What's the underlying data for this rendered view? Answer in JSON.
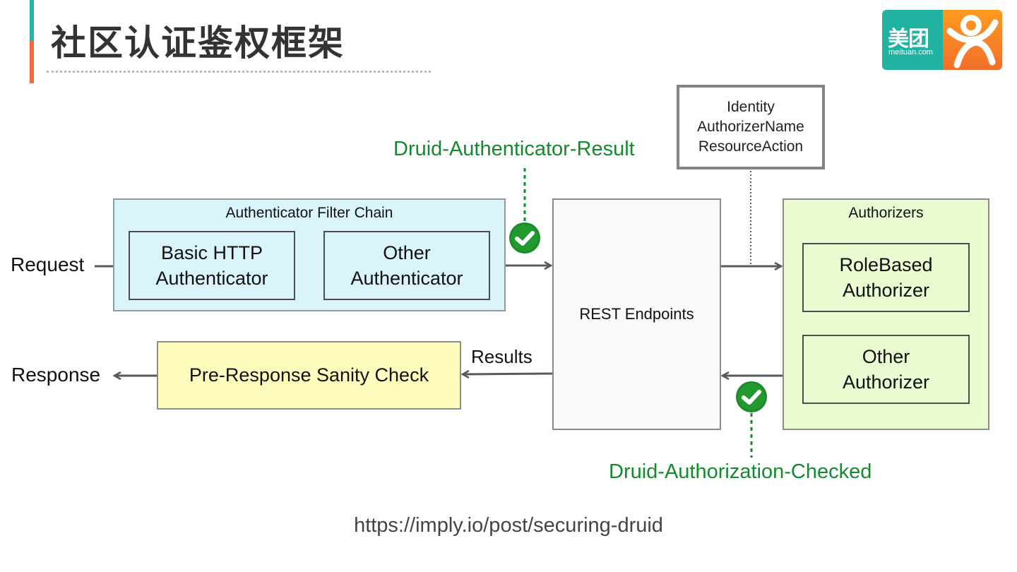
{
  "slide": {
    "title": "社区认证鉴权框架",
    "footer_url": "https://imply.io/post/securing-druid",
    "colors": {
      "accent_teal": "#2bb5a6",
      "accent_orange": "#f26a3d",
      "success_green": "#138a2e",
      "authn_fill": "#daf4fb",
      "authz_fill": "#eafbd1",
      "sanity_fill": "#fdfcbd",
      "rest_fill": "#f9f9f9"
    }
  },
  "logo": {
    "brand_cn": "美团",
    "brand_domain": "meituan.com",
    "icon": "dianping-figure-icon"
  },
  "diagram": {
    "request_label": "Request",
    "response_label": "Response",
    "results_label": "Results",
    "authenticator_chain": {
      "title": "Authenticator Filter Chain",
      "items": [
        {
          "line1": "Basic HTTP",
          "line2": "Authenticator"
        },
        {
          "line1": "Other",
          "line2": "Authenticator"
        }
      ]
    },
    "rest_endpoints": "REST Endpoints",
    "identity_box": {
      "lines": [
        "Identity",
        "AuthorizerName",
        "ResourceAction"
      ]
    },
    "authorizers": {
      "title": "Authorizers",
      "items": [
        {
          "line1": "RoleBased",
          "line2": "Authorizer"
        },
        {
          "line1": "Other",
          "line2": "Authorizer"
        }
      ]
    },
    "sanity_check": "Pre-Response Sanity Check",
    "authn_result_header": "Druid-Authenticator-Result",
    "authz_checked_header": "Druid-Authorization-Checked"
  }
}
